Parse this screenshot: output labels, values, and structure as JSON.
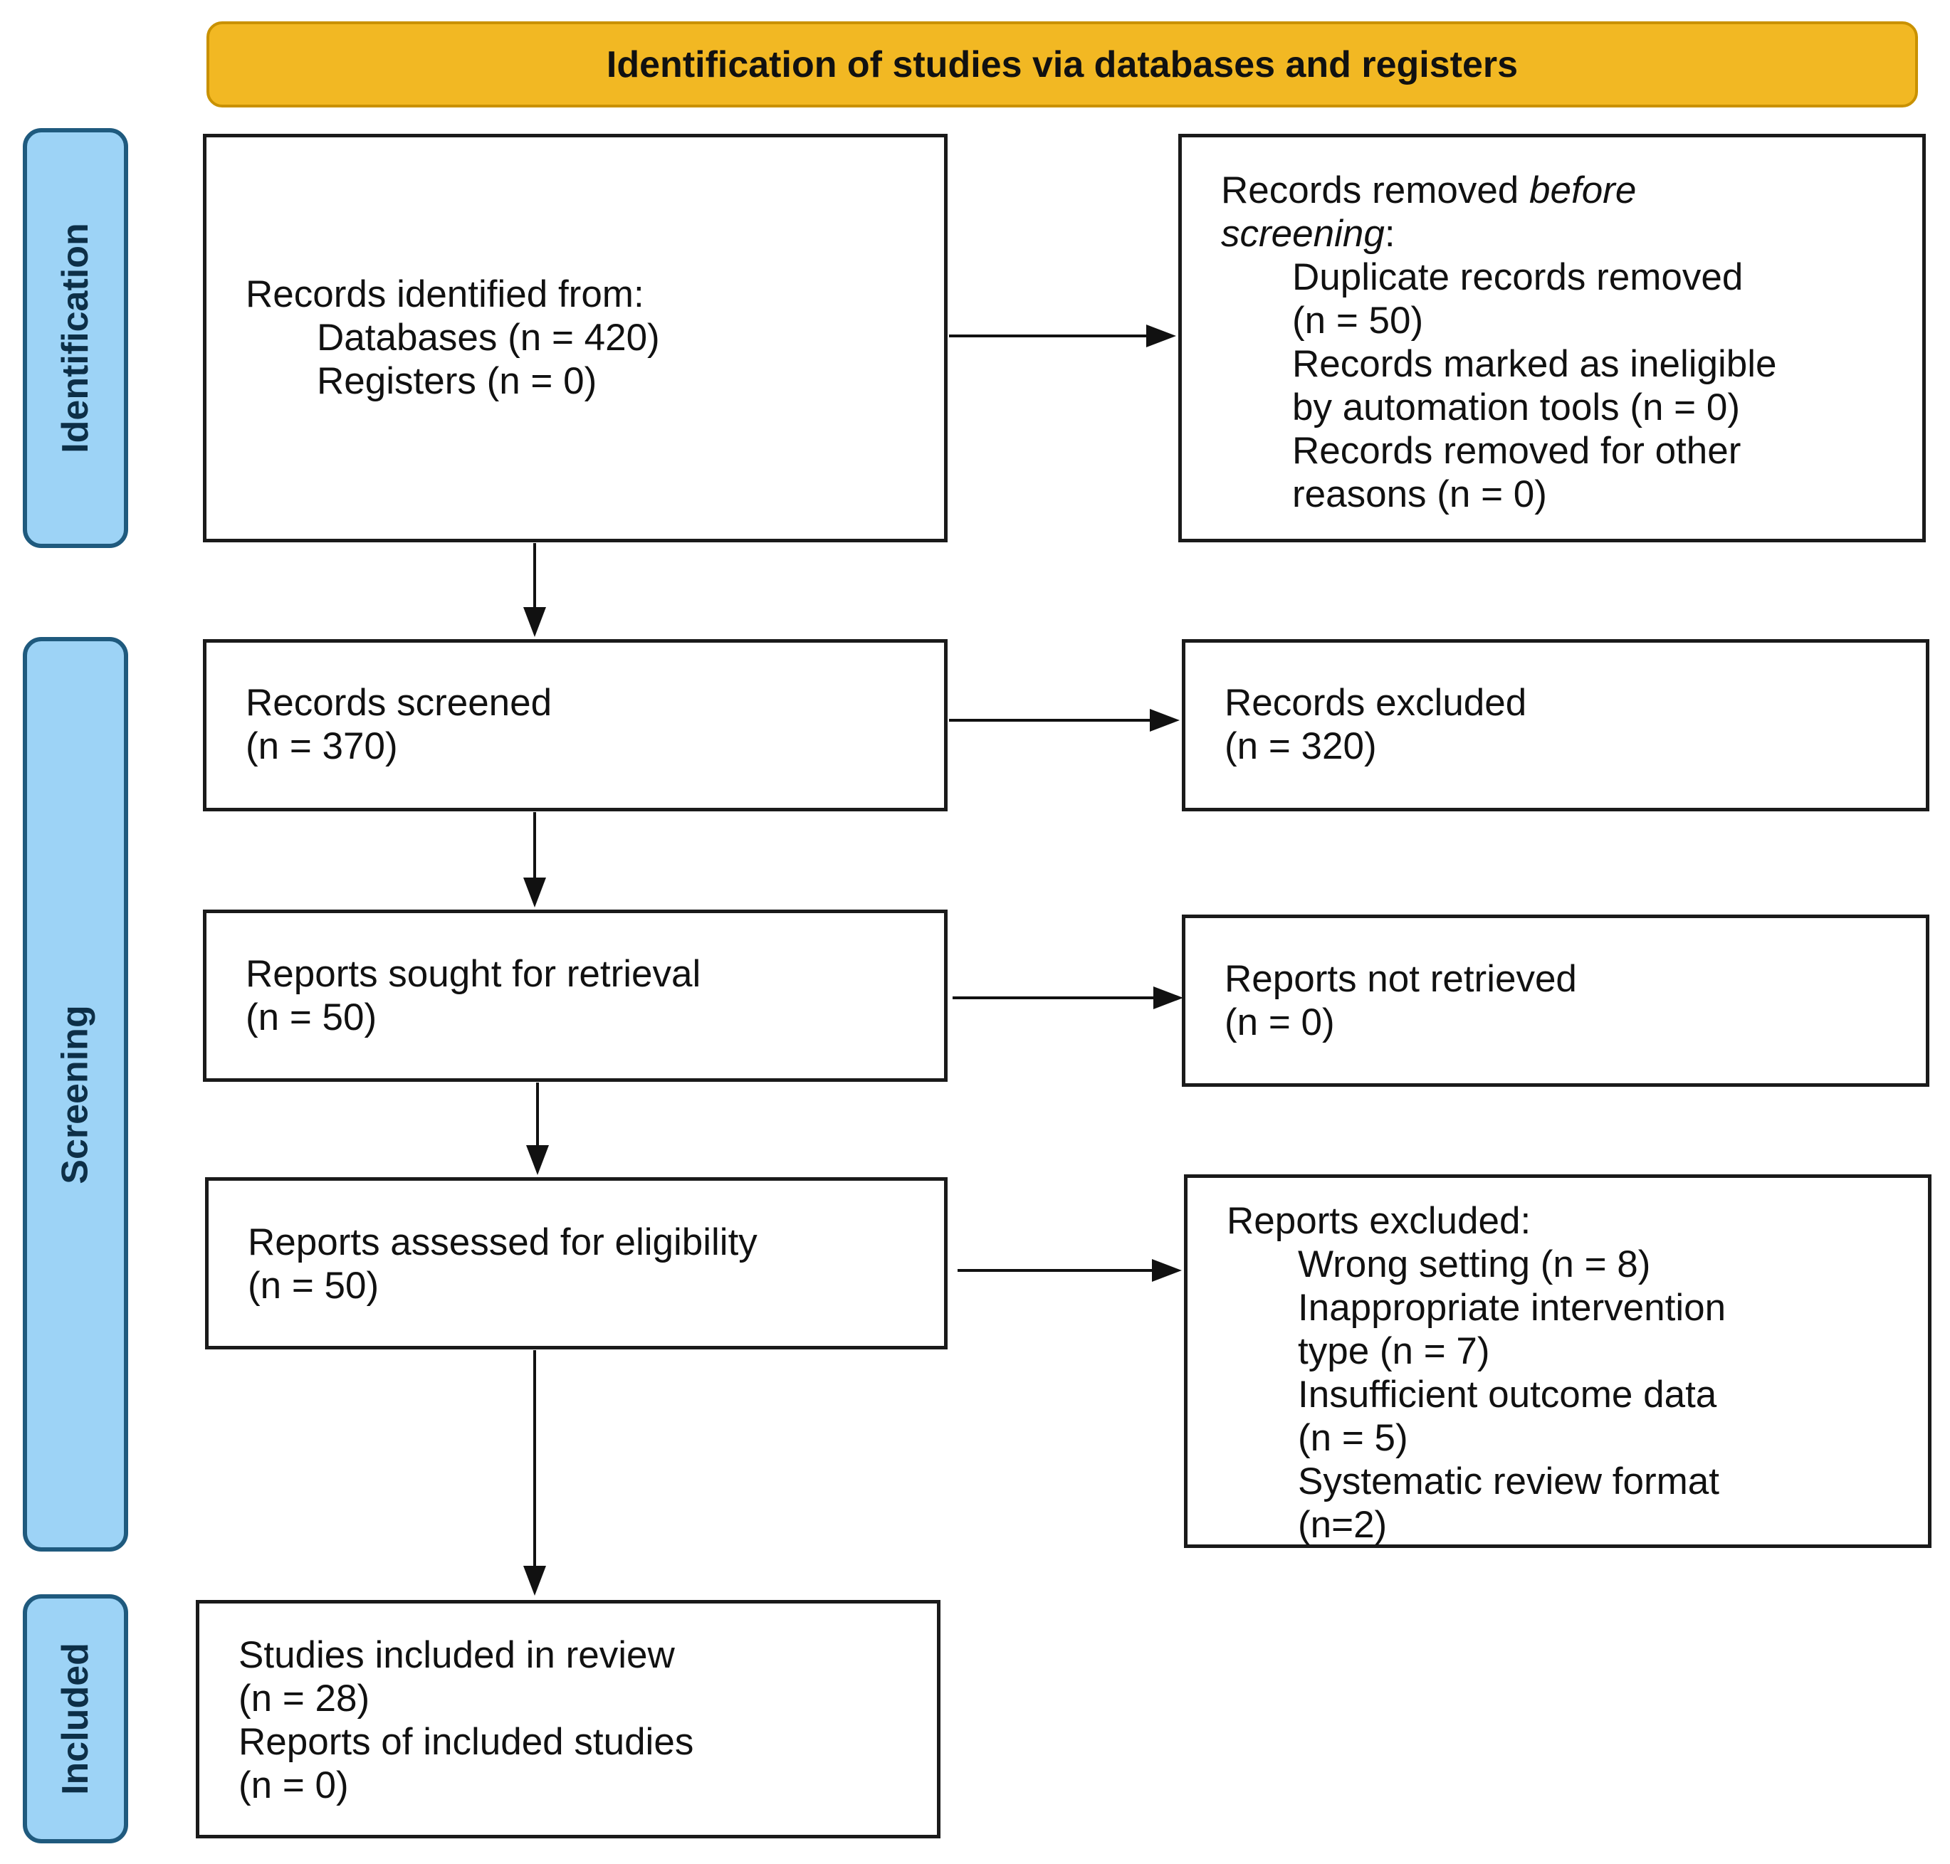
{
  "header": {
    "title": "Identification of studies via databases and registers"
  },
  "phases": {
    "identification": "Identification",
    "screening": "Screening",
    "included": "Included"
  },
  "identified": {
    "heading": "Records identified from:",
    "databases": "Databases (n = 420)",
    "registers": "Registers (n = 0)"
  },
  "removed_before": {
    "heading_prefix": "Records removed ",
    "heading_italic_1": "before",
    "heading_italic_2": "screening",
    "heading_suffix": ":",
    "items": [
      "Duplicate records removed",
      "(n = 50)",
      "Records marked as ineligible",
      "by automation tools (n = 0)",
      "Records removed for other",
      "reasons (n = 0)"
    ]
  },
  "screened": {
    "label": "Records screened",
    "count": "(n = 370)"
  },
  "excluded": {
    "label": "Records excluded",
    "count": "(n = 320)"
  },
  "sought": {
    "label": "Reports sought for retrieval",
    "count": "(n = 50)"
  },
  "not_retrieved": {
    "label": "Reports not retrieved",
    "count": "(n = 0)"
  },
  "assessed": {
    "label": "Reports assessed for eligibility",
    "count": "(n = 50)"
  },
  "reports_excluded": {
    "heading": "Reports excluded:",
    "items": [
      "Wrong setting (n = 8)",
      "Inappropriate intervention",
      "type (n = 7)",
      "Insufficient outcome data",
      "(n = 5)",
      "Systematic review format",
      "(n=2)"
    ]
  },
  "included": {
    "studies": "Studies included in review",
    "studies_count": "(n = 28)",
    "reports": "Reports of included studies",
    "reports_count": "(n = 0)"
  },
  "colors": {
    "banner_fill": "#f2b823",
    "banner_border": "#c99100",
    "phase_fill": "#9dd3f6",
    "phase_border": "#1f5a7e",
    "box_border": "#1a1a1a"
  }
}
